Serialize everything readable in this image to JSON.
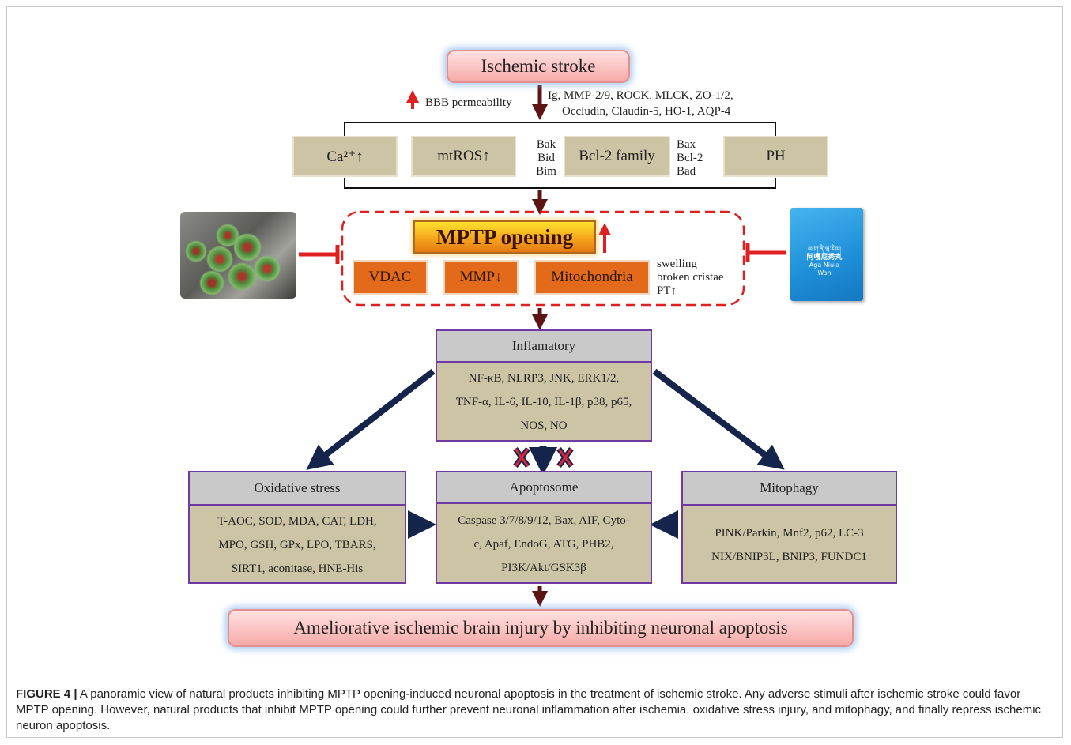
{
  "top": {
    "stroke": "Ischemic stroke",
    "bbb": "BBB permeability",
    "markers_line1": "Ig, MMP-2/9, ROCK, MLCK, ZO-1/2,",
    "markers_line2": "Occludin, Claudin-5, HO-1, AQP-4"
  },
  "factors": {
    "ca": "Ca²⁺↑",
    "mtros": "mtROS↑",
    "left_proteins": [
      "Bak",
      "Bid",
      "Bim"
    ],
    "bcl2": "Bcl-2 family",
    "right_proteins": [
      "Bax",
      "Bcl-2",
      "Bad"
    ],
    "ph": "PH"
  },
  "mptp": {
    "title": "MPTP opening",
    "vdac": "VDAC",
    "mmp": "MMP↓",
    "mito": "Mitochondria",
    "effects": [
      "swelling",
      "broken cristae",
      "PT↑"
    ]
  },
  "images": {
    "packet_text_line1": "ལ་ག་ནི་ཝ་རིལ།",
    "packet_text_line2": "阿嘎尼秀丸",
    "packet_text_line3": "Aga Niula Wan"
  },
  "inflammatory": {
    "title": "Inflamatory",
    "lines": [
      "NF-κB, NLRP3, JNK, ERK1/2,",
      "TNF-α, IL-6, IL-10, IL-1β, p38, p65,",
      "NOS, NO"
    ]
  },
  "oxidative": {
    "title": "Oxidative stress",
    "lines": [
      "T-AOC, SOD, MDA, CAT, LDH,",
      "MPO, GSH, GPx, LPO, TBARS,",
      "SIRT1, aconitase, HNE-His"
    ]
  },
  "apoptosome": {
    "title": "Apoptosome",
    "lines": [
      "Caspase 3/7/8/9/12, Bax, AIF, Cyto-",
      "c, Apaf, EndoG, ATG, PHB2,",
      "PI3K/Akt/GSK3β"
    ]
  },
  "mitophagy": {
    "title": "Mitophagy",
    "lines": [
      "PINK/Parkin, Mnf2, p62, LC-3",
      "NIX/BNIP3L, BNIP3, FUNDC1"
    ]
  },
  "bottom": "Ameliorative ischemic brain injury by inhibiting neuronal apoptosis",
  "caption": {
    "label": "FIGURE 4 |",
    "text": " A panoramic view of natural products inhibiting MPTP opening-induced neuronal apoptosis in the treatment of ischemic stroke. Any adverse stimuli after ischemic stroke could favor MPTP opening. However, natural products that inhibit MPTP opening could further prevent neuronal inflammation after ischemia, oxidative stress injury, and mitophagy, and finally repress ischemic neuron apoptosis."
  },
  "colors": {
    "dark_red": "#5c1414",
    "red": "#e02020",
    "navy": "#14244a",
    "purple": "#6f3aa4",
    "khaki": "#cdc4a5",
    "orange": "#e26a1a"
  }
}
